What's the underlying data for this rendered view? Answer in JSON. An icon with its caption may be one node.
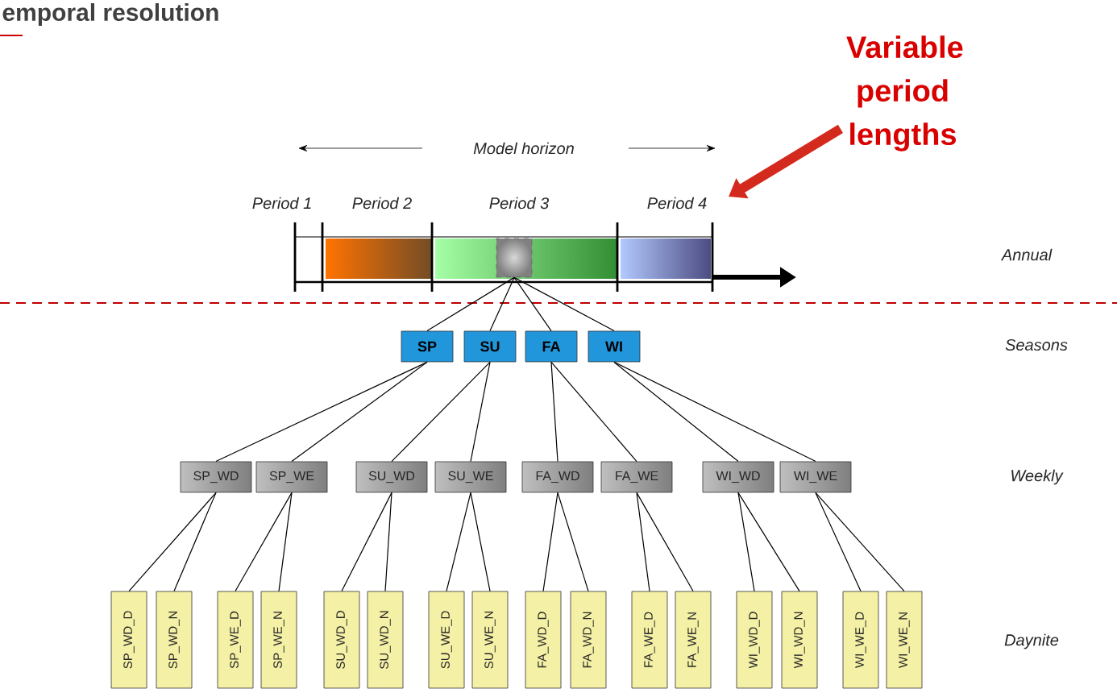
{
  "diagram": {
    "title": "emporal resolution",
    "nodes": [
      {
        "text": [],
        "shape": "box"
      },
      {
        "text": [
          "SP"
        ]
      },
      {
        "text": [
          "SU"
        ]
      },
      {
        "text": [
          "FA"
        ]
      },
      {
        "text": [
          "WI"
        ]
      },
      {
        "text": [
          "SP_WD"
        ]
      },
      {
        "text": [
          "SP_WE"
        ]
      },
      {
        "text": [
          "SU_WD"
        ]
      },
      {
        "text": [
          "SU_WE"
        ]
      },
      {
        "text": [
          "FA_WD"
        ]
      },
      {
        "text": [
          "FA_WE"
        ]
      },
      {
        "text": [
          "WI_WD"
        ]
      },
      {
        "text": [
          "WI_WE"
        ]
      },
      {
        "text": [
          "SP_WD_D"
        ]
      },
      {
        "text": [
          "SP_WD_N"
        ]
      },
      {
        "text": [
          "SP_WE_D"
        ]
      },
      {
        "text": [
          "SP_WE_N"
        ]
      },
      {
        "text": [
          "SU_WD_D"
        ]
      },
      {
        "text": [
          "SU_WD_N"
        ]
      },
      {
        "text": [
          "SU_WE_D"
        ]
      },
      {
        "text": [
          "SU_WE_N"
        ]
      },
      {
        "text": [
          "FA_WD_D"
        ]
      },
      {
        "text": [
          "FA_WD_N"
        ]
      },
      {
        "text": [
          "FA_WE_D"
        ]
      },
      {
        "text": [
          "FA_WE_N"
        ]
      },
      {
        "text": [
          "WI_WD_D"
        ]
      },
      {
        "text": [
          "WI_WD_N"
        ]
      },
      {
        "text": [
          "WI_WE_D"
        ]
      },
      {
        "text": [
          "WI_WE_N"
        ]
      },
      {
        "text": [
          "Variable period lengths"
        ]
      }
    ],
    "edges": [
      {
        "from": 0,
        "to": 1,
        "arrow": "none"
      },
      {
        "from": 0,
        "to": 2,
        "arrow": "none"
      },
      {
        "from": 0,
        "to": 3,
        "arrow": "none"
      },
      {
        "from": 0,
        "to": 4,
        "arrow": "none"
      },
      {
        "from": 1,
        "to": 5,
        "arrow": "none"
      },
      {
        "from": 1,
        "to": 6,
        "arrow": "none"
      },
      {
        "from": 2,
        "to": 7,
        "arrow": "none"
      },
      {
        "from": 2,
        "to": 8,
        "arrow": "none"
      },
      {
        "from": 3,
        "to": 9,
        "arrow": "none"
      },
      {
        "from": 3,
        "to": 10,
        "arrow": "none"
      },
      {
        "from": 4,
        "to": 11,
        "arrow": "none"
      },
      {
        "from": 4,
        "to": 12,
        "arrow": "none"
      },
      {
        "from": 5,
        "to": 13,
        "arrow": "none"
      },
      {
        "from": 5,
        "to": 14,
        "arrow": "none"
      },
      {
        "from": 6,
        "to": 15,
        "arrow": "none"
      },
      {
        "from": 6,
        "to": 16,
        "arrow": "none"
      },
      {
        "from": 7,
        "to": 17,
        "arrow": "none"
      },
      {
        "from": 7,
        "to": 18,
        "arrow": "none"
      },
      {
        "from": 8,
        "to": 19,
        "arrow": "none"
      },
      {
        "from": 8,
        "to": 20,
        "arrow": "none"
      },
      {
        "from": 9,
        "to": 21,
        "arrow": "none"
      },
      {
        "from": 9,
        "to": 22,
        "arrow": "none"
      },
      {
        "from": 10,
        "to": 23,
        "arrow": "none"
      },
      {
        "from": 10,
        "to": 24,
        "arrow": "none"
      },
      {
        "from": 11,
        "to": 25,
        "arrow": "none"
      },
      {
        "from": 11,
        "to": 26,
        "arrow": "none"
      },
      {
        "from": 12,
        "to": 27,
        "arrow": "none"
      },
      {
        "from": 12,
        "to": 28,
        "arrow": "none"
      },
      {
        "from": 29,
        "to": null,
        "arrow": "to",
        "style": "thick",
        "color": "#d42a1e"
      }
    ],
    "labels": [
      "Model horizon",
      "Period 1",
      "Period 2",
      "Period 3",
      "Period 4",
      "Annual",
      "Seasons",
      "Weekly",
      "Daynite"
    ]
  }
}
